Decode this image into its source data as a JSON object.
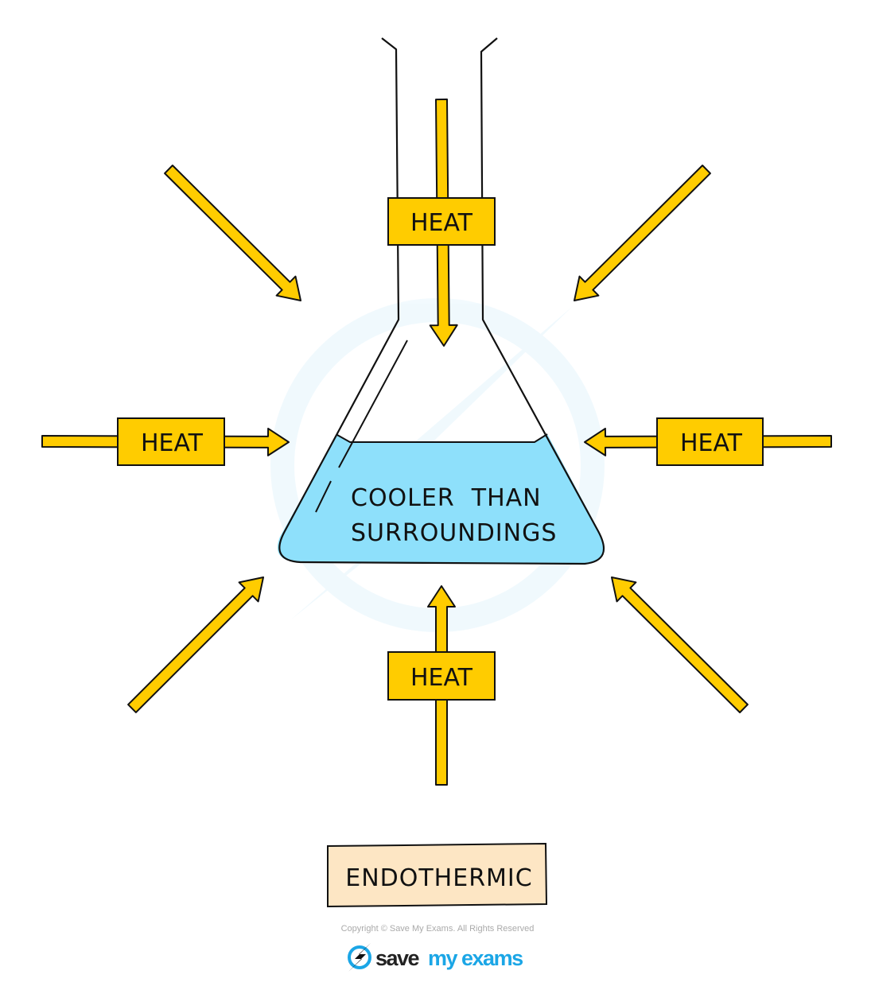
{
  "heat_label": "HEAT",
  "flask_text": [
    "COOLER THAN",
    "SURROUNDINGS"
  ],
  "flask_text_lines": {
    "line1": "COOLER  THAN",
    "line2": "SURROUNDINGS"
  },
  "caption": "ENDOTHERMIC",
  "copyright": "Copyright © Save My Exams. All Rights Reserved",
  "logo": {
    "word1": "save",
    "word2": "my exams"
  },
  "colors": {
    "arrow": "#FFCC00",
    "liquid": "#8EE0FB",
    "caption_box": "#FDE6C4",
    "logo_blue": "#1BA6E6",
    "outline": "#111111"
  }
}
